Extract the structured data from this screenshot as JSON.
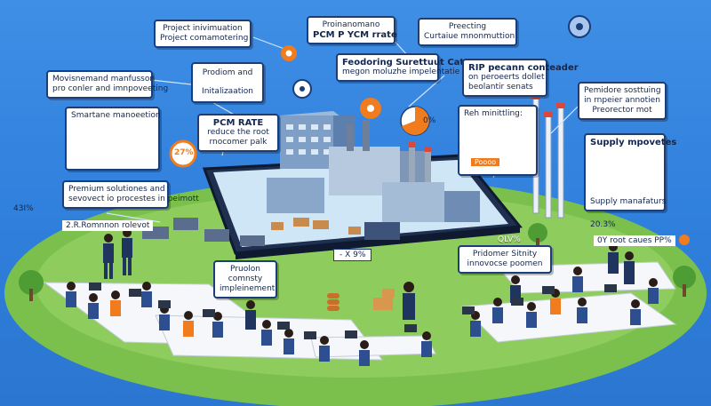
{
  "callouts": {
    "c1": {
      "l1": "Project inivimuation",
      "l2": "Project comamotering"
    },
    "c2": {
      "l1": "Proinanomano",
      "l2": "PCM P YCM  rrate"
    },
    "c3": {
      "l1": "Preecting",
      "l2": "Curtaiue mnonmuttion"
    },
    "c4": {
      "l1": "Movisnemand manfusson",
      "l2": "pro conler and imnpoveeting"
    },
    "c5": {
      "l1": "Prodiom and",
      "l2": "Initalizaation"
    },
    "c6": {
      "l1": "Feodoring Surettuut Cata",
      "l2": "megon moluzhe impelentatie"
    },
    "c7": {
      "l1": "RIP pecann conteader",
      "l2": "on peroeerts dollet",
      "l3": "beolantir senats"
    },
    "c8": {
      "l1": "Pemidore sosttuing",
      "l2": "in rnpeier annotien",
      "l3": "Preorector mot"
    },
    "c9": {
      "l1": "Smartane manoeetion"
    },
    "c10": {
      "l1": "PCM RATE",
      "l2": "reduce the root",
      "l3": "rnocomer palk"
    },
    "c11": {
      "l1": "Premium solutiones and",
      "l2": "sevovect io procestes in peimott"
    },
    "c12": {
      "l1": "Supply mpovetes",
      "l2": "Supply manafaturs"
    },
    "c13": {
      "l1": "Pruolon",
      "l2": "comnsty",
      "l3": "impleinement"
    },
    "c14": {
      "l1": "Pridomer Sitnity",
      "l2": "innovocse poomen"
    },
    "c15": {
      "l1": "Reh minittling:"
    }
  },
  "tags": {
    "t1": "27%",
    "t2": "2.R.Romnnon rolevot",
    "t3": "43I%",
    "t4": "- X 9%",
    "t5": "20.3%",
    "t6": "0Y root caues PP%",
    "t7": "QLV%",
    "t8": "Poooo",
    "t9": "0%"
  },
  "colors": {
    "sky": "#2f7fdc",
    "grass": "#7bc04d",
    "navy": "#1b3d7a",
    "orange": "#f07c1d"
  }
}
